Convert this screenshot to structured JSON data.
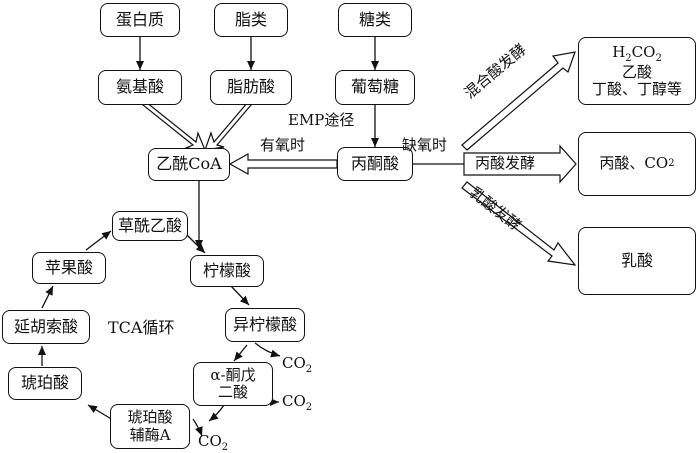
{
  "nodes": {
    "protein": "蛋白质",
    "lipid": "脂类",
    "sugar": "糖类",
    "amino_acid": "氨基酸",
    "fatty_acid": "脂肪酸",
    "glucose": "葡萄糖",
    "acetyl_coa": "乙酰CoA",
    "pyruvate": "丙酮酸",
    "oxaloacetate": "草酰乙酸",
    "citrate": "柠檬酸",
    "isocitrate": "异柠檬酸",
    "akg_line1": "α-酮戊",
    "akg_line2": "二酸",
    "succinyl_line1": "琥珀酸",
    "succinyl_line2": "辅酶A",
    "succinate": "琥珀酸",
    "fumarate": "延胡索酸",
    "malate": "苹果酸",
    "mixed_line1_main": "H",
    "mixed_line1_sub": "2",
    "mixed_line1_rest": "CO",
    "mixed_line1_sub2": "2",
    "mixed_line2": "乙酸",
    "mixed_line3": "丁酸、丁醇等",
    "propionic_main": "丙酸、CO",
    "propionic_sub": "2",
    "lactate": "乳酸"
  },
  "labels": {
    "emp": "EMP途径",
    "aerobic": "有氧时",
    "anaerobic": "缺氧时",
    "tca": "TCA循环",
    "co2_a": "CO",
    "co2_a_sub": "2",
    "co2_b": "CO",
    "co2_b_sub": "2",
    "co2_c": "CO",
    "co2_c_sub": "2"
  },
  "pathways": {
    "mixed_acid": "混合酸发酵",
    "propionic": "丙酸发酵",
    "lactic": "乳酸发酵"
  }
}
